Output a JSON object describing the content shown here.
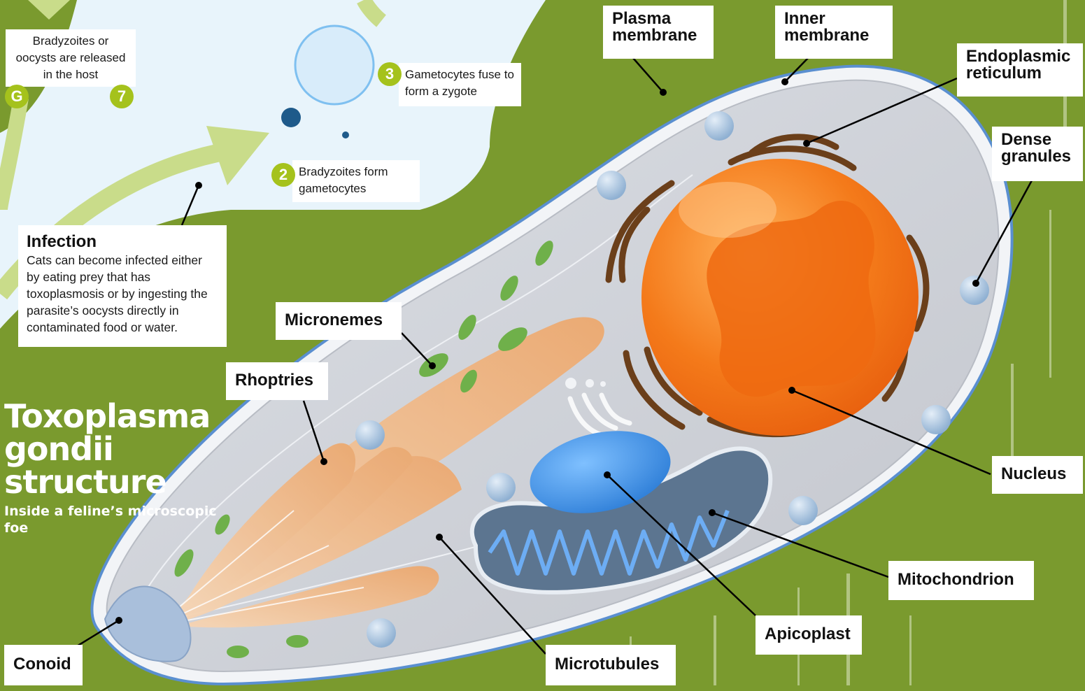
{
  "title": "Toxoplasma gondii structure",
  "subtitle": "Inside a feline’s microscopic foe",
  "infection": {
    "heading": "Infection",
    "text": "Cats can become infected either by eating prey that has toxoplasmosis or by ingesting the parasite’s oocysts directly in contaminated food or water."
  },
  "lifecycle_notes": {
    "released": "Bradyzoites or oocysts are released in the host",
    "gametocytes": "Bradyzoites form gametocytes",
    "zygote": "Gametocytes fuse to form a zygote"
  },
  "badges": {
    "g": "G",
    "seven": "7",
    "two": "2",
    "three": "3"
  },
  "labels": {
    "plasma_membrane": "Plasma membrane",
    "inner_membrane": "Inner membrane",
    "endoplasmic_reticulum": "Endoplasmic reticulum",
    "dense_granules": "Dense granules",
    "micronemes": "Micronemes",
    "rhoptries": "Rhoptries",
    "nucleus": "Nucleus",
    "mitochondrion": "Mitochondrion",
    "apicoplast": "Apicoplast",
    "microtubules": "Microtubules",
    "conoid": "Conoid"
  },
  "colors": {
    "background": "#7a9a2e",
    "panel": "#e8f4fb",
    "cell_body": "#cfd2d9",
    "nucleus": "#f47a1a",
    "apicoplast": "#3f8fe0",
    "mitochondrion": "#5c7590",
    "rhoptries": "#f2b98a",
    "micronemes": "#6fb04a",
    "badge": "#a5c21c"
  }
}
